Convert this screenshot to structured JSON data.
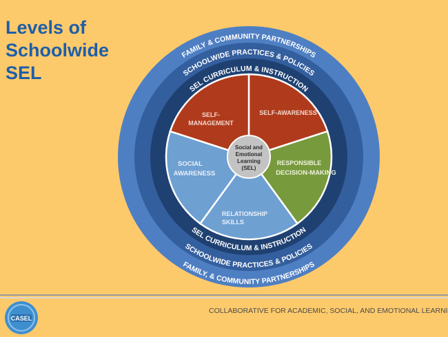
{
  "title_lines": [
    "Levels of",
    "Schoolwide",
    "SEL"
  ],
  "rings": {
    "outer_top": "FAMILY & COMMUNITY PARTNERSHIPS",
    "outer_bottom": "FAMILY, & COMMUNITY PARTNERSHIPS",
    "middle_top": "SCHOOLWIDE PRACTICES & POLICIES",
    "middle_bottom": "SCHOOLWIDE PRACTICES & POLICIES",
    "inner_top": "SEL CURRICULUM & INSTRUCTION",
    "inner_bottom": "SEL CURRICULUM & INSTRUCTION"
  },
  "center": {
    "lines": [
      "Social and",
      "Emotional",
      "Learning",
      "(SEL)"
    ]
  },
  "segments": {
    "self_management": [
      "SELF-",
      "MANAGEMENT"
    ],
    "self_awareness": [
      "SELF-AWARENESS"
    ],
    "responsible_decision_making": [
      "RESPONSIBLE",
      "DECISION-MAKING"
    ],
    "relationship_skills": [
      "RELATIONSHIP",
      "SKILLS"
    ],
    "social_awareness": [
      "SOCIAL",
      "AWARENESS"
    ]
  },
  "footer": {
    "text": "COLLABORATIVE FOR ACADEMIC, SOCIAL, AND EMOTIONAL LEARNING",
    "logo_text": "CASEL"
  },
  "colors": {
    "background": "#fdca6b",
    "outer_ring": "#4f7fc3",
    "middle_ring": "#345f9e",
    "inner_ring": "#1f4172",
    "red": "#b03a1c",
    "green": "#779a3c",
    "light_blue": "#6ea0d2",
    "center_gray": "#c3c3c3",
    "title_blue": "#1f5ea8"
  }
}
